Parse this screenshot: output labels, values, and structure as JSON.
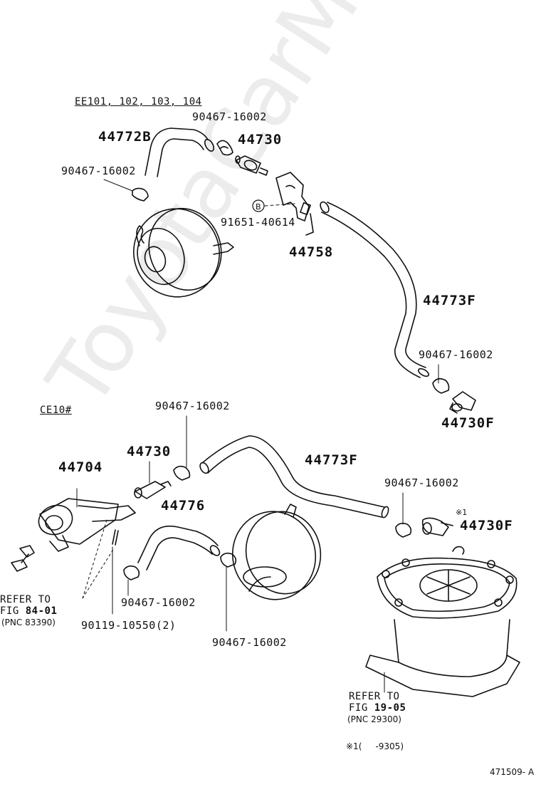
{
  "groups": {
    "top_label": "EE101, 102, 103, 104",
    "bottom_label": "CE10#"
  },
  "watermark": "ToyotaCarMine.ru",
  "top_parts": {
    "hose_44772b": "44772B",
    "clip_a": "90467-16002",
    "check_valve_a": "44730",
    "clip_b": "90467-16002",
    "bolt_b": "91651-40614",
    "bracket": "44758",
    "hose_44773f": "44773F",
    "clip_c": "90467-16002",
    "check_valve_f": "44730F",
    "callout_b": "B"
  },
  "bottom_parts": {
    "clip_d": "90467-16002",
    "check_valve_c": "44730",
    "pump": "44704",
    "hose_44773f": "44773F",
    "hose_44776": "44776",
    "clip_e": "90467-16002",
    "note_mark": "※1",
    "check_valve_cf": "44730F",
    "clip_f": "90467-16002",
    "screw": "90119-10550(2)",
    "clip_g": "90467-16002"
  },
  "refers": {
    "left_line1": "REFER TO",
    "left_fig_prefix": "FIG",
    "left_fig_num": "84-01",
    "left_pnc": "(PNC 83390)",
    "right_line1": "REFER TO",
    "right_fig_prefix": "FIG",
    "right_fig_num": "19-05",
    "right_pnc": "(PNC 29300)"
  },
  "footnote": "※1(     -9305)",
  "figure_id": "471509- A"
}
